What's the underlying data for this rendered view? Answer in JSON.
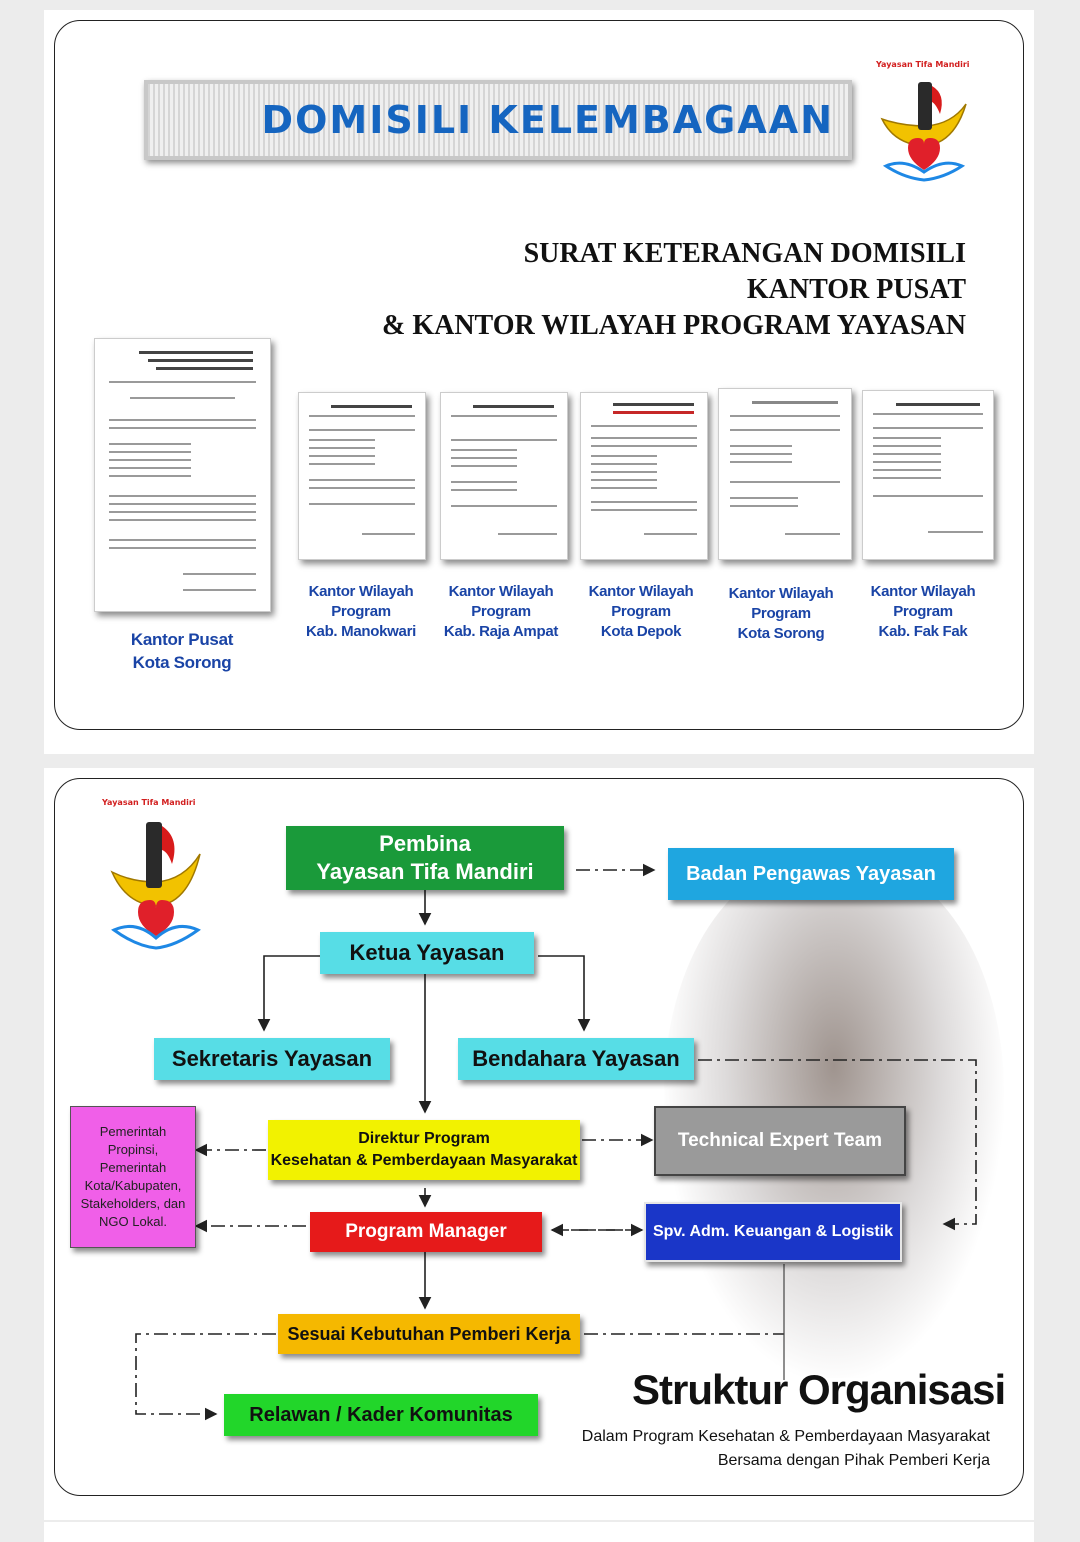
{
  "page1": {
    "brand": "Yayasan Tifa Mandiri",
    "banner_title": "DOMISILI  KELEMBAGAAN",
    "heading": {
      "line1": "SURAT KETERANGAN DOMISILI",
      "line2": "KANTOR PUSAT",
      "line3": "& KANTOR WILAYAH PROGRAM YAYASAN"
    },
    "head_office": {
      "line1": "Kantor Pusat",
      "line2": "Kota Sorong"
    },
    "regional_offices": [
      {
        "line1": "Kantor Wilayah",
        "line2": "Program",
        "line3": "Kab. Manokwari"
      },
      {
        "line1": "Kantor Wilayah",
        "line2": "Program",
        "line3": "Kab. Raja Ampat"
      },
      {
        "line1": "Kantor Wilayah",
        "line2": "Program",
        "line3": "Kota Depok"
      },
      {
        "line1": "Kantor Wilayah",
        "line2": "Program",
        "line3": "Kota Sorong"
      },
      {
        "line1": "Kantor Wilayah",
        "line2": "Program",
        "line3": "Kab. Fak Fak"
      }
    ]
  },
  "page2": {
    "brand": "Yayasan Tifa Mandiri",
    "boxes": {
      "pembina_1": "Pembina",
      "pembina_2": "Yayasan Tifa Mandiri",
      "pengawas": "Badan Pengawas  Yayasan",
      "ketua": "Ketua Yayasan",
      "sekretaris": "Sekretaris Yayasan",
      "bendahara": "Bendahara Yayasan",
      "direktur_1": "Direktur Program",
      "direktur_2": "Kesehatan & Pemberdayaan Masyarakat",
      "technical": "Technical Expert Team",
      "pemerintah_1": "Pemerintah",
      "pemerintah_2": "Propinsi,",
      "pemerintah_3": "Pemerintah",
      "pemerintah_4": "Kota/Kabupaten,",
      "pemerintah_5": "Stakeholders, dan",
      "pemerintah_6": "NGO Lokal.",
      "manager": "Program Manager",
      "spv": "Spv. Adm. Keuangan & Logistik",
      "sesuai": "Sesuai Kebutuhan Pemberi Kerja",
      "relawan": "Relawan / Kader Komunitas"
    },
    "title": "Struktur Organisasi",
    "subtitle_1": "Dalam Program Kesehatan & Pemberdayaan Masyarakat",
    "subtitle_2": "Bersama dengan Pihak Pemberi Kerja"
  }
}
